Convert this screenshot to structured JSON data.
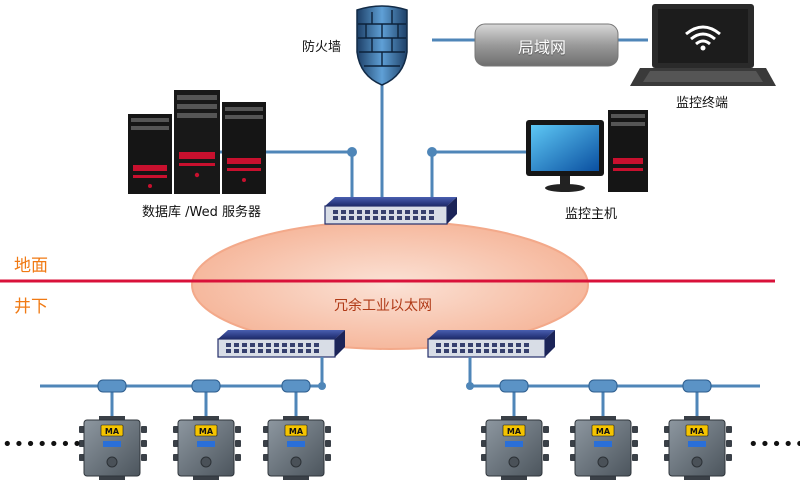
{
  "labels": {
    "firewall": "防火墙",
    "lan": "局域网",
    "monitor_terminal": "监控终端",
    "servers": "数据库 /Wed 服务器",
    "monitor_host": "监控主机",
    "surface": "地面",
    "underground": "井下",
    "ring_network": "冗余工业以太网",
    "box_badge": "MA",
    "ellipsis_left": "•••••••",
    "ellipsis_right": "•••••••"
  },
  "colors": {
    "cable": "#4f86b8",
    "boundary_line": "#d9123a",
    "zone_text": "#f07a14",
    "ring_fill": "#f8c9b3",
    "ring_stroke": "#f3a98a"
  }
}
